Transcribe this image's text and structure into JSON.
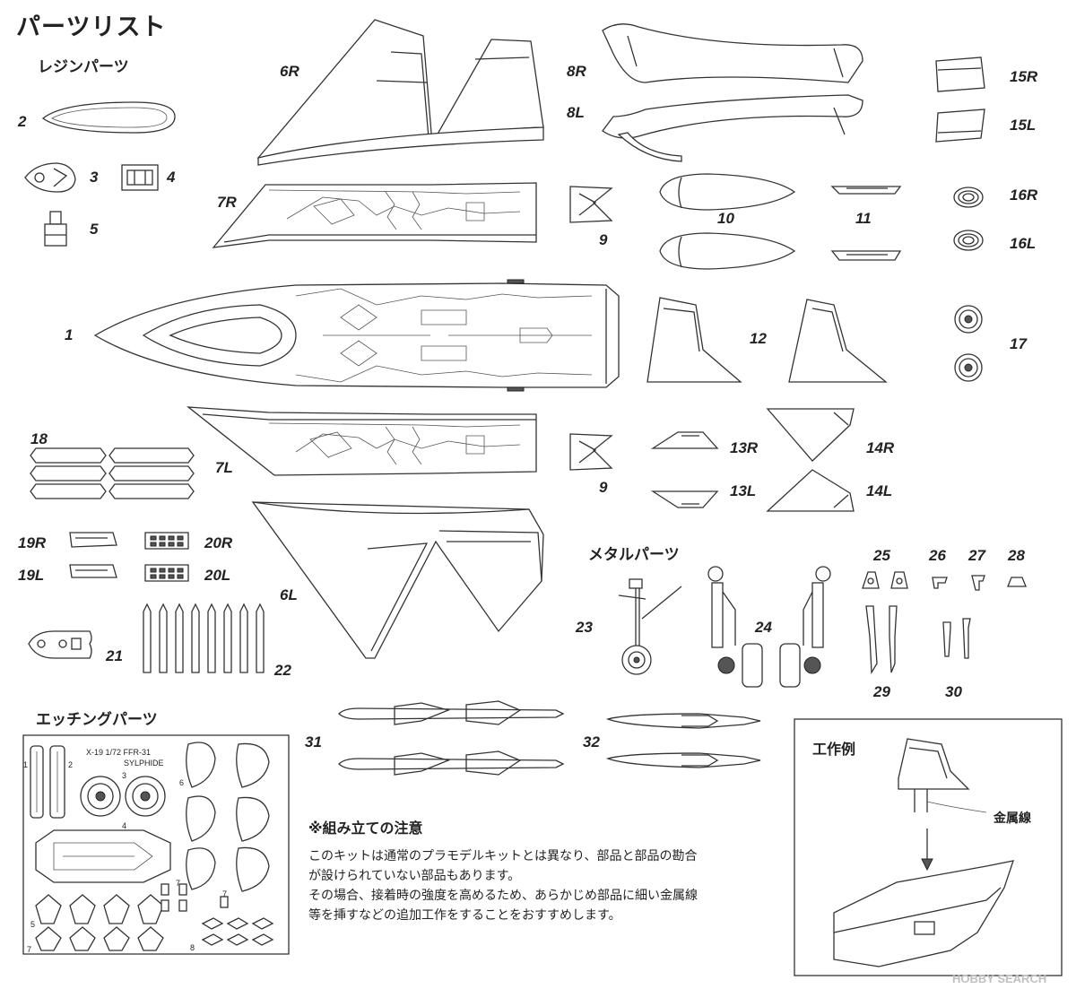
{
  "header": {
    "title": "パーツリスト"
  },
  "sections": {
    "resin": "レジンパーツ",
    "metal": "メタルパーツ",
    "etching": "エッチングパーツ"
  },
  "part_numbers": {
    "p1": "1",
    "p2": "2",
    "p3": "3",
    "p4": "4",
    "p5": "5",
    "p6r": "6R",
    "p6l": "6L",
    "p7r": "7R",
    "p7l": "7L",
    "p8r": "8R",
    "p8l": "8L",
    "p9a": "9",
    "p9b": "9",
    "p10": "10",
    "p11": "11",
    "p12": "12",
    "p13r": "13R",
    "p13l": "13L",
    "p14r": "14R",
    "p14l": "14L",
    "p15r": "15R",
    "p15l": "15L",
    "p16r": "16R",
    "p16l": "16L",
    "p17": "17",
    "p18": "18",
    "p19r": "19R",
    "p19l": "19L",
    "p20r": "20R",
    "p20l": "20L",
    "p21": "21",
    "p22": "22",
    "p23": "23",
    "p24": "24",
    "p25": "25",
    "p26": "26",
    "p27": "27",
    "p28": "28",
    "p29": "29",
    "p30": "30",
    "p31": "31",
    "p32": "32"
  },
  "etching_sheet": {
    "header": "X-19 1/72 FFR-31",
    "name": "SYLPHIDE",
    "labels": [
      "1",
      "2",
      "3",
      "4",
      "5",
      "6",
      "7",
      "7",
      "7",
      "8"
    ]
  },
  "notes": {
    "title": "※組み立ての注意",
    "lines": [
      "このキットは通常のプラモデルキットとは異なり、部品と部品の勘合",
      "が設けられていない部品もあります。",
      "その場合、接着時の強度を高めるため、あらかじめ部品に細い金属線",
      "等を挿すなどの追加工作をすることをおすすめします。"
    ]
  },
  "example_box": {
    "title": "工作例",
    "callout": "金属線"
  },
  "watermark": "HOBBY SEARCH"
}
